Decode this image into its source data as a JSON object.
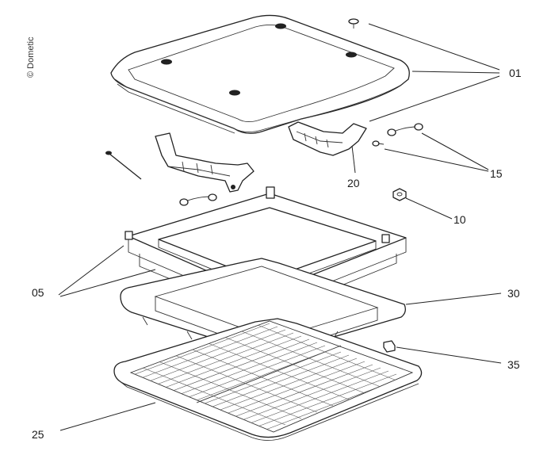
{
  "copyright": "© Dometic",
  "labels": {
    "l01": "01",
    "l05": "05",
    "l10": "10",
    "l15": "15",
    "l20": "20",
    "l25": "25",
    "l30": "30",
    "l35": "35"
  }
}
